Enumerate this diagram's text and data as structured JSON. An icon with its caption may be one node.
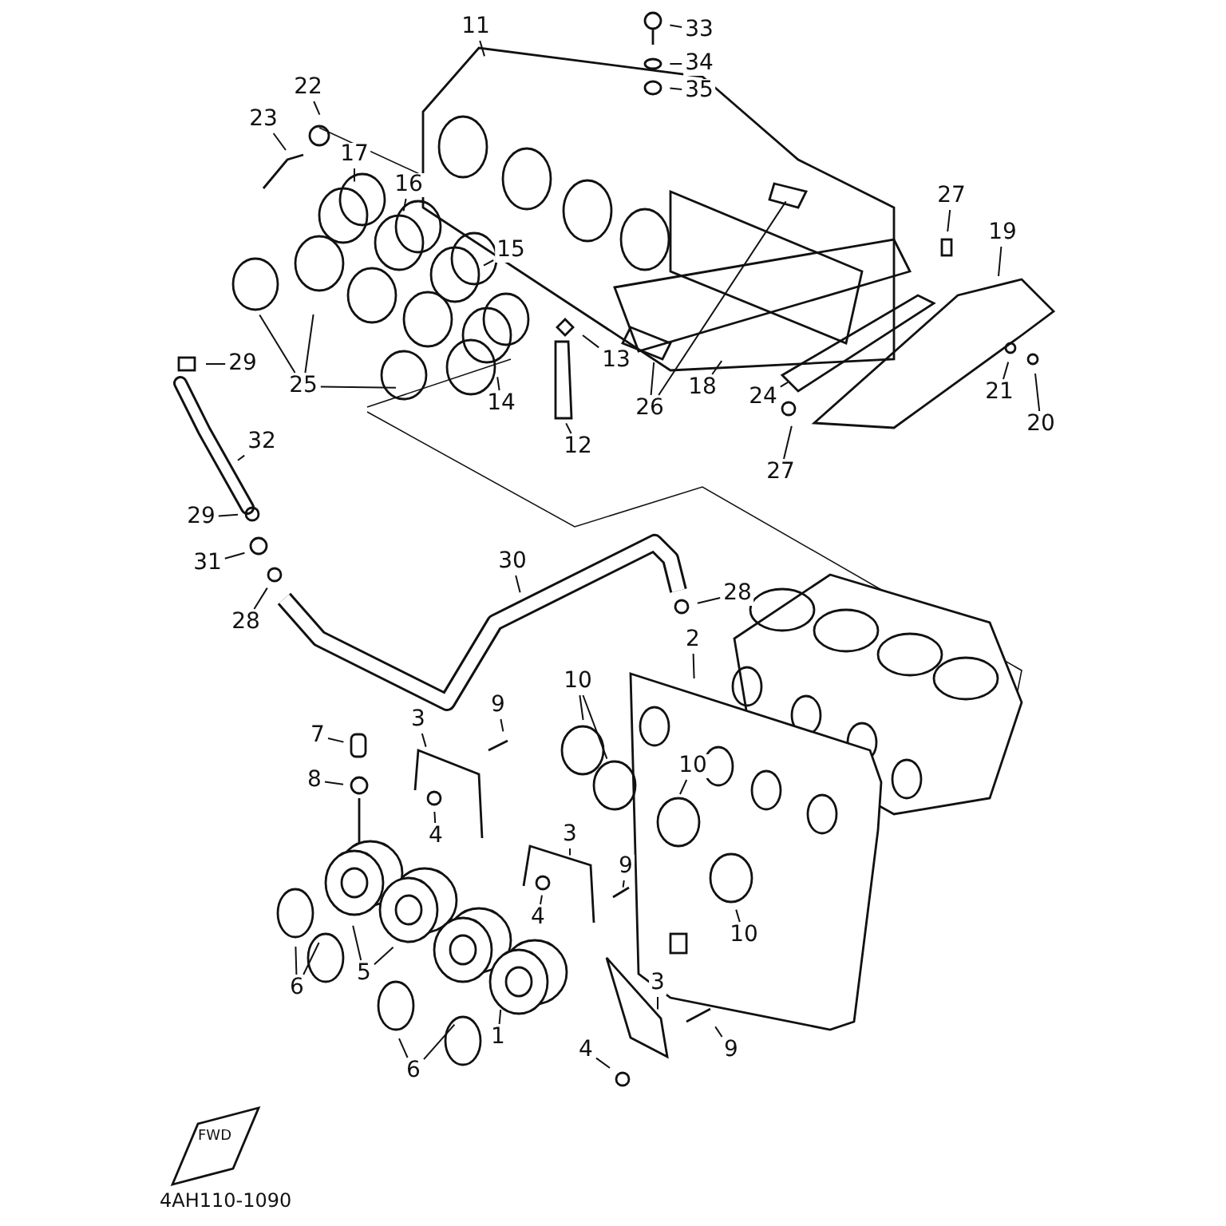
{
  "diagram": {
    "nodes": [
      {
        "text": [
          "11"
        ]
      },
      {
        "text": [
          "33"
        ]
      },
      {
        "text": [
          "34"
        ]
      },
      {
        "text": [
          "35"
        ]
      },
      {
        "text": [
          "22"
        ]
      },
      {
        "text": [
          "23"
        ]
      },
      {
        "text": [
          "17"
        ]
      },
      {
        "text": [
          "16"
        ]
      },
      {
        "text": [
          "15"
        ]
      },
      {
        "text": [
          "27"
        ]
      },
      {
        "text": [
          "19"
        ]
      },
      {
        "text": [
          "29"
        ]
      },
      {
        "text": [
          "25"
        ]
      },
      {
        "text": [
          "13"
        ]
      },
      {
        "text": [
          "14"
        ]
      },
      {
        "text": [
          "26"
        ]
      },
      {
        "text": [
          "18"
        ]
      },
      {
        "text": [
          "24"
        ]
      },
      {
        "text": [
          "27"
        ]
      },
      {
        "text": [
          "21"
        ]
      },
      {
        "text": [
          "20"
        ]
      },
      {
        "text": [
          "12"
        ]
      },
      {
        "text": [
          "32"
        ]
      },
      {
        "text": [
          "29"
        ]
      },
      {
        "text": [
          "31"
        ]
      },
      {
        "text": [
          "28"
        ]
      },
      {
        "text": [
          "30"
        ]
      },
      {
        "text": [
          "28"
        ]
      },
      {
        "text": [
          "2"
        ]
      },
      {
        "text": [
          "10"
        ]
      },
      {
        "text": [
          "10"
        ]
      },
      {
        "text": [
          "10"
        ]
      },
      {
        "text": [
          "3"
        ]
      },
      {
        "text": [
          "9"
        ]
      },
      {
        "text": [
          "7"
        ]
      },
      {
        "text": [
          "8"
        ]
      },
      {
        "text": [
          "4"
        ]
      },
      {
        "text": [
          "3"
        ]
      },
      {
        "text": [
          "9"
        ]
      },
      {
        "text": [
          "4"
        ]
      },
      {
        "text": [
          "5"
        ]
      },
      {
        "text": [
          "6"
        ]
      },
      {
        "text": [
          "1"
        ]
      },
      {
        "text": [
          "3"
        ]
      },
      {
        "text": [
          "9"
        ]
      },
      {
        "text": [
          "6"
        ]
      },
      {
        "text": [
          "4"
        ]
      }
    ],
    "edges": [
      {
        "from": 0,
        "to": null,
        "arrow": "none"
      },
      {
        "from": 1,
        "to": null,
        "arrow": "none"
      },
      {
        "from": 2,
        "to": null,
        "arrow": "none"
      },
      {
        "from": 3,
        "to": null,
        "arrow": "none"
      },
      {
        "from": 4,
        "to": null,
        "arrow": "none"
      },
      {
        "from": 5,
        "to": null,
        "arrow": "none"
      },
      {
        "from": 6,
        "to": null,
        "arrow": "none"
      },
      {
        "from": 7,
        "to": null,
        "arrow": "none"
      },
      {
        "from": 8,
        "to": null,
        "arrow": "none"
      },
      {
        "from": 9,
        "to": null,
        "arrow": "none"
      },
      {
        "from": 10,
        "to": null,
        "arrow": "none"
      },
      {
        "from": 11,
        "to": null,
        "arrow": "none"
      },
      {
        "from": 12,
        "to": null,
        "arrow": "none"
      },
      {
        "from": 12,
        "to": null,
        "arrow": "none"
      },
      {
        "from": 12,
        "to": null,
        "arrow": "none"
      },
      {
        "from": 13,
        "to": null,
        "arrow": "none"
      },
      {
        "from": 14,
        "to": null,
        "arrow": "none"
      },
      {
        "from": 15,
        "to": null,
        "arrow": "none"
      },
      {
        "from": 15,
        "to": null,
        "arrow": "none"
      },
      {
        "from": 16,
        "to": null,
        "arrow": "none"
      },
      {
        "from": 17,
        "to": null,
        "arrow": "none"
      },
      {
        "from": 18,
        "to": null,
        "arrow": "none"
      },
      {
        "from": 19,
        "to": null,
        "arrow": "none"
      },
      {
        "from": 20,
        "to": null,
        "arrow": "none"
      },
      {
        "from": 21,
        "to": null,
        "arrow": "none"
      },
      {
        "from": 22,
        "to": null,
        "arrow": "none"
      },
      {
        "from": 23,
        "to": null,
        "arrow": "none"
      },
      {
        "from": 24,
        "to": null,
        "arrow": "none"
      },
      {
        "from": 25,
        "to": null,
        "arrow": "none"
      },
      {
        "from": 26,
        "to": null,
        "arrow": "none"
      },
      {
        "from": 27,
        "to": null,
        "arrow": "none"
      },
      {
        "from": 28,
        "to": null,
        "arrow": "none"
      },
      {
        "from": 29,
        "to": null,
        "arrow": "none"
      },
      {
        "from": 29,
        "to": null,
        "arrow": "none"
      },
      {
        "from": 30,
        "to": null,
        "arrow": "none"
      },
      {
        "from": 31,
        "to": null,
        "arrow": "none"
      },
      {
        "from": 32,
        "to": null,
        "arrow": "none"
      },
      {
        "from": 33,
        "to": null,
        "arrow": "none"
      },
      {
        "from": 34,
        "to": null,
        "arrow": "none"
      },
      {
        "from": 35,
        "to": null,
        "arrow": "none"
      },
      {
        "from": 36,
        "to": null,
        "arrow": "none"
      },
      {
        "from": 37,
        "to": null,
        "arrow": "none"
      },
      {
        "from": 38,
        "to": null,
        "arrow": "none"
      },
      {
        "from": 39,
        "to": null,
        "arrow": "none"
      },
      {
        "from": 40,
        "to": null,
        "arrow": "none"
      },
      {
        "from": 40,
        "to": null,
        "arrow": "none"
      },
      {
        "from": 41,
        "to": null,
        "arrow": "none"
      },
      {
        "from": 41,
        "to": null,
        "arrow": "none"
      },
      {
        "from": 42,
        "to": null,
        "arrow": "none"
      },
      {
        "from": 43,
        "to": null,
        "arrow": "none"
      },
      {
        "from": 44,
        "to": null,
        "arrow": "none"
      },
      {
        "from": 45,
        "to": null,
        "arrow": "none"
      },
      {
        "from": 45,
        "to": null,
        "arrow": "none"
      },
      {
        "from": 46,
        "to": null,
        "arrow": "none"
      }
    ],
    "labels": [
      "FWD",
      "4AH110-1090"
    ]
  }
}
